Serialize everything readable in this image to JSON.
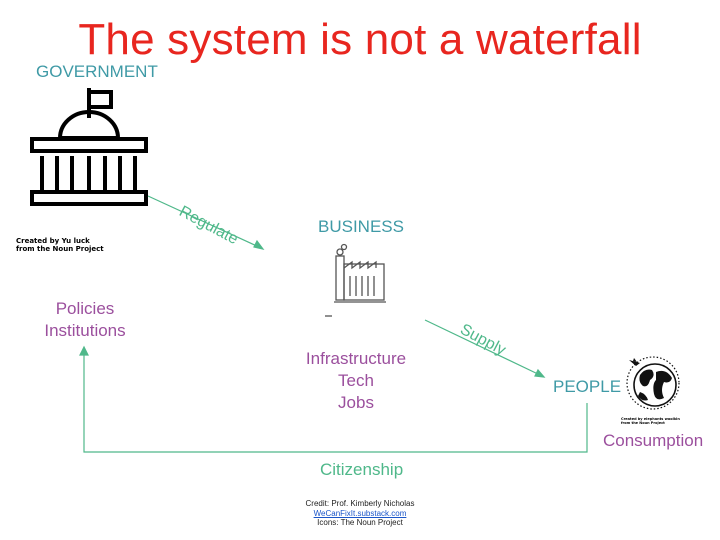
{
  "title": "The system is not a waterfall",
  "nodes": {
    "government": {
      "label": "GOVERNMENT",
      "icon": "capitol-building-icon",
      "icon_credit": [
        "Created by Yu luck",
        "from the Noun Project"
      ]
    },
    "business": {
      "label": "BUSINESS",
      "icon": "factory-icon"
    },
    "people": {
      "label": "PEOPLE",
      "icon": "globe-airplane-icon",
      "icon_credit": [
        "Created by elephants woolkin",
        "from the Noun Project"
      ]
    }
  },
  "items": {
    "policies": [
      "Policies",
      "Institutions"
    ],
    "infrastructure": [
      "Infrastructure",
      "Tech",
      "Jobs"
    ],
    "consumption": "Consumption"
  },
  "edges": {
    "regulate": "Regulate",
    "supply": "Supply",
    "citizenship": "Citizenship"
  },
  "footer": {
    "credit": "Credit: Prof. Kimberly Nicholas",
    "link": "WeCanFixIt.substack.com",
    "icons": "Icons: The Noun Project"
  },
  "colors": {
    "title": "#e8261f",
    "node_label": "#3f9aa6",
    "item_text": "#9b4f9d",
    "arrow": "#4fb88a"
  }
}
